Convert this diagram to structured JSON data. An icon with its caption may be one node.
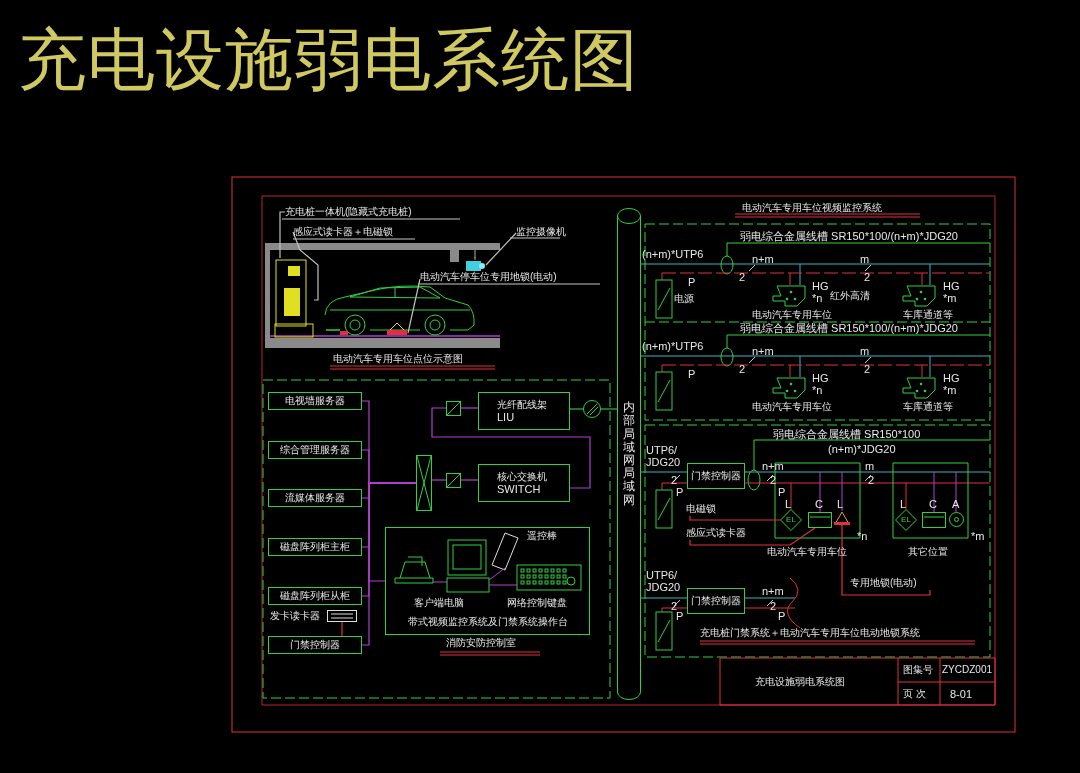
{
  "diagram": {
    "title": "充电设施弱电系统图",
    "nodes": [
      {
        "text": [
          "充电桩一体机(隐藏式充电桩)"
        ]
      },
      {
        "text": [
          "感应式读卡器＋电磁锁"
        ]
      },
      {
        "text": [
          "监控摄像机"
        ]
      },
      {
        "text": [
          "电动汽车停车位专用地锁(电动)"
        ]
      },
      {
        "text": [],
        "shape": "picture"
      },
      {
        "text": [],
        "shape": "box"
      },
      {
        "text": [],
        "shape": "picture"
      },
      {
        "text": [
          "电视墙服务器"
        ]
      },
      {
        "text": [
          "综合管理服务器"
        ]
      },
      {
        "text": [
          "流媒体服务器"
        ]
      },
      {
        "text": [
          "磁盘阵列柜主柜"
        ]
      },
      {
        "text": [
          "磁盘阵列柜从柜"
        ]
      },
      {
        "text": [
          "门禁控制器"
        ]
      },
      {
        "text": [],
        "shape": "box",
        "beside": [
          "发卡读卡器"
        ]
      },
      {
        "text": [
          "光纤配线架",
          "LIU"
        ]
      },
      {
        "text": [
          "核心交换机",
          "SWITCH"
        ]
      },
      {
        "text": [],
        "shape": "box"
      },
      {
        "text": [],
        "shape": "box"
      },
      {
        "text": [],
        "shape": "box"
      },
      {
        "text": [],
        "shape": "circle"
      },
      {
        "text": [
          "带式视频监控系统及门禁系统操作台"
        ]
      },
      {
        "text": [
          "内部局域网局域网"
        ]
      },
      {
        "text": [
          "门禁控制器"
        ]
      },
      {
        "text": [
          "门禁控制器"
        ]
      },
      {
        "text": [
          "电磁锁"
        ]
      },
      {
        "text": [
          "感应式读卡器"
        ]
      },
      {
        "text": [
          "专用地锁(电动)"
        ]
      },
      {
        "text": [
          "EL"
        ]
      },
      {
        "text": [],
        "shape": "box"
      },
      {
        "text": [],
        "shape": "triangle"
      },
      {
        "text": [
          "EL"
        ]
      },
      {
        "text": [],
        "shape": "box"
      },
      {
        "text": [],
        "shape": "circle"
      }
    ],
    "edges": [
      {
        "from": 0,
        "to": 4,
        "arrow": "none",
        "color": "#c0c0c0"
      },
      {
        "from": 1,
        "to": 4,
        "arrow": "none",
        "color": "#c0c0c0"
      },
      {
        "from": 2,
        "to": 5,
        "arrow": "none",
        "color": "#c0c0c0"
      },
      {
        "from": 3,
        "to": 6,
        "arrow": "none",
        "color": "#c0c0c0"
      },
      {
        "from": 7,
        "to": 18,
        "arrow": "none"
      },
      {
        "from": 8,
        "to": 18,
        "arrow": "none"
      },
      {
        "from": 9,
        "to": 18,
        "arrow": "none"
      },
      {
        "from": 10,
        "to": 18,
        "arrow": "none"
      },
      {
        "from": 11,
        "to": 18,
        "arrow": "none"
      },
      {
        "from": 12,
        "to": 18,
        "arrow": "none"
      },
      {
        "from": 20,
        "to": 18,
        "arrow": "none"
      },
      {
        "from": 18,
        "to": 17,
        "arrow": "none"
      },
      {
        "from": 17,
        "to": 15,
        "arrow": "none"
      },
      {
        "from": 15,
        "to": 16,
        "arrow": "none"
      },
      {
        "from": 16,
        "to": 14,
        "arrow": "none"
      },
      {
        "from": 14,
        "to": 19,
        "arrow": "none",
        "color": "#30c040"
      },
      {
        "from": 19,
        "to": 21,
        "arrow": "none",
        "color": "#30c040"
      },
      {
        "from": 12,
        "to": 13,
        "arrow": "none",
        "color": "#e03040"
      },
      {
        "from": 21,
        "to": 22,
        "arrow": "none",
        "color": "#40b0c0"
      },
      {
        "from": 21,
        "to": 23,
        "arrow": "none",
        "color": "#40b0c0"
      },
      {
        "from": 24,
        "to": 27,
        "arrow": "none",
        "color": "#e03040"
      },
      {
        "from": 25,
        "to": 28,
        "arrow": "none",
        "color": "#e03040"
      },
      {
        "from": 26,
        "to": 29,
        "arrow": "none",
        "color": "#e03040"
      }
    ],
    "labels": [
      "电动汽车专用车位点位示意图",
      "遥控棒",
      "客户端电脑",
      "网络控制键盘",
      "消防安防控制室",
      "电动汽车专用车位视频监控系统",
      "弱电综合金属线槽 SR150*100/(n+m)*JDG20",
      "(n+m)*UTP6",
      "n+m",
      "2",
      "m",
      "2",
      "P",
      "电源",
      "HG",
      "*n",
      "红外高清",
      "电动汽车专用车位",
      "HG",
      "*m",
      "车库通道等",
      "弱电综合金属线槽 SR150*100/(n+m)*JDG20",
      "(n+m)*UTP6",
      "n+m",
      "2",
      "m",
      "2",
      "P",
      "HG",
      "*n",
      "电动汽车专用车位",
      "HG",
      "*m",
      "车库通道等",
      "弱电综合金属线槽 SR150*100",
      "(n+m)*JDG20",
      "UTP6/ JDG20",
      "2",
      "P",
      "n+m",
      "2",
      "P",
      "m",
      "2",
      "L",
      "C",
      "L",
      "*n",
      "L",
      "C",
      "A",
      "*m",
      "电动汽车专用车位",
      "其它位置",
      "UTP6/ JDG20",
      "n+m",
      "2",
      "P",
      "2",
      "P",
      "充电桩门禁系统＋电动汽车专用车位电动地锁系统",
      "充电设施弱电系统图",
      "图集号",
      "ZYCDZ001",
      "页 次",
      "8-01"
    ]
  }
}
